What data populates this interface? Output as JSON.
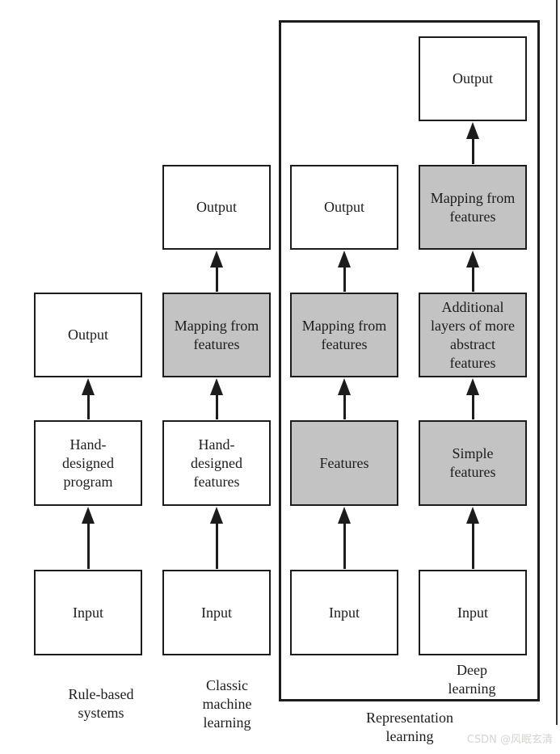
{
  "figure": {
    "boxes": {
      "col1_input": {
        "lines": [
          "Input"
        ]
      },
      "col1_program": {
        "lines": [
          "Hand-",
          "designed",
          "program"
        ]
      },
      "col1_output": {
        "lines": [
          "Output"
        ]
      },
      "col2_input": {
        "lines": [
          "Input"
        ]
      },
      "col2_features": {
        "lines": [
          "Hand-",
          "designed",
          "features"
        ]
      },
      "col2_mapping": {
        "lines": [
          "Mapping from",
          "features"
        ]
      },
      "col2_output": {
        "lines": [
          "Output"
        ]
      },
      "col3_input": {
        "lines": [
          "Input"
        ]
      },
      "col3_features": {
        "lines": [
          "Features"
        ]
      },
      "col3_mapping": {
        "lines": [
          "Mapping from",
          "features"
        ]
      },
      "col3_output": {
        "lines": [
          "Output"
        ]
      },
      "col4_input": {
        "lines": [
          "Input"
        ]
      },
      "col4_simple": {
        "lines": [
          "Simple",
          "features"
        ]
      },
      "col4_additional": {
        "lines": [
          "Additional",
          "layers of more",
          "abstract",
          "features"
        ]
      },
      "col4_mapping": {
        "lines": [
          "Mapping from",
          "features"
        ]
      },
      "col4_output": {
        "lines": [
          "Output"
        ]
      }
    },
    "labels": {
      "rule_based": {
        "lines": [
          "Rule-based",
          "systems"
        ]
      },
      "classic_ml": {
        "lines": [
          "Classic",
          "machine",
          "learning"
        ]
      },
      "deep_learning": {
        "lines": [
          "Deep",
          "learning"
        ]
      },
      "representation": {
        "lines": [
          "Representation",
          "learning"
        ]
      }
    },
    "colors": {
      "gray_fill": "#c3c3c3",
      "line": "#1c1c1c",
      "watermark": "#d6d3d0"
    }
  },
  "watermark": {
    "text": "CSDN @风眠玄清"
  }
}
